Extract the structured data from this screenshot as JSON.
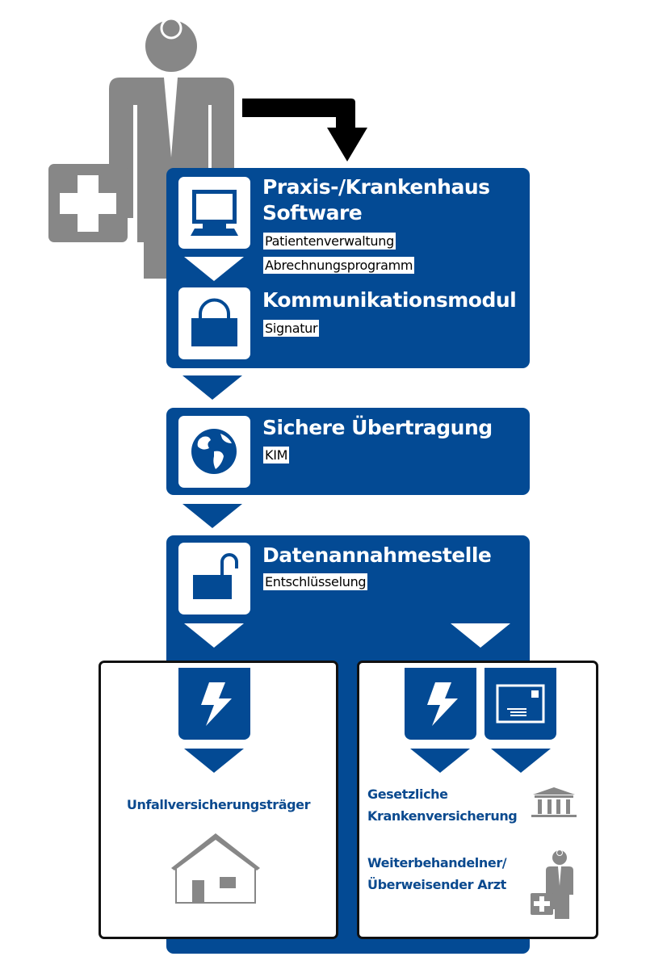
{
  "colors": {
    "primary": "#034a94",
    "gray": "#8a8a8a"
  },
  "steps": [
    {
      "title_lines": [
        "Praxis-/Krankenhaus",
        "Software"
      ],
      "labels": [
        "Patientenverwaltung",
        "Abrechnungsprogramm"
      ],
      "icon": "computer-icon"
    },
    {
      "title_lines": [
        "Kommunikationsmodul"
      ],
      "labels": [
        "Signatur"
      ],
      "icon": "lock-closed-icon"
    },
    {
      "title_lines": [
        "Sichere Übertragung"
      ],
      "labels": [
        "KIM"
      ],
      "icon": "globe-icon"
    },
    {
      "title_lines": [
        "Datenannahmestelle"
      ],
      "labels": [
        "Entschlüsselung"
      ],
      "icon": "lock-open-icon"
    }
  ],
  "recipients": {
    "left": {
      "title": "Unfallversicherungsträger",
      "icon": "house-icon",
      "channel_icons": [
        "lightning-icon"
      ]
    },
    "right": {
      "channel_icons": [
        "lightning-icon",
        "mail-icon"
      ],
      "items": [
        {
          "lines": [
            "Gesetzliche",
            "Krankenversicherung"
          ],
          "icon": "bank-icon"
        },
        {
          "lines": [
            "Weiterbehandelner/",
            "Überweisender Arzt"
          ],
          "icon": "doctor-icon"
        }
      ]
    }
  }
}
